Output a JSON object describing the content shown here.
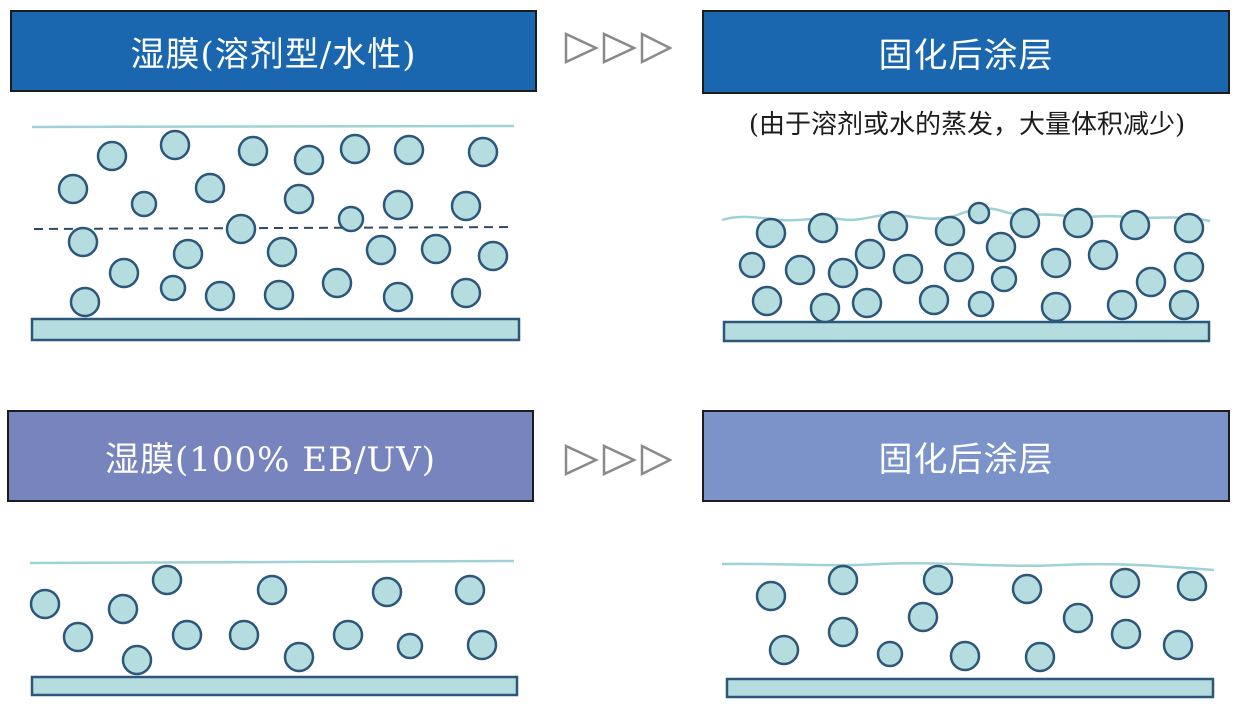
{
  "top_row": {
    "left_title": "湿膜(溶剂型/水性)",
    "right_title": "固化后涂层",
    "right_caption": "(由于溶剂或水的蒸发，大量体积减少)"
  },
  "bottom_row": {
    "left_title": "湿膜(100% EB/UV)",
    "right_title": "固化后涂层"
  },
  "colors": {
    "top_header": "#1b67af",
    "bottom_left_header": "#7784be",
    "bottom_right_header": "#7b93c9",
    "particle_fill": "#b5dde0",
    "particle_stroke": "#2c567a",
    "substrate_fill": "#b5dde0",
    "surface_line": "#9fd2d6",
    "arrow_stroke": "#8a8a8a"
  },
  "icons": {
    "process_arrows": "triple-hollow-triangle-right",
    "particle": "circle"
  }
}
